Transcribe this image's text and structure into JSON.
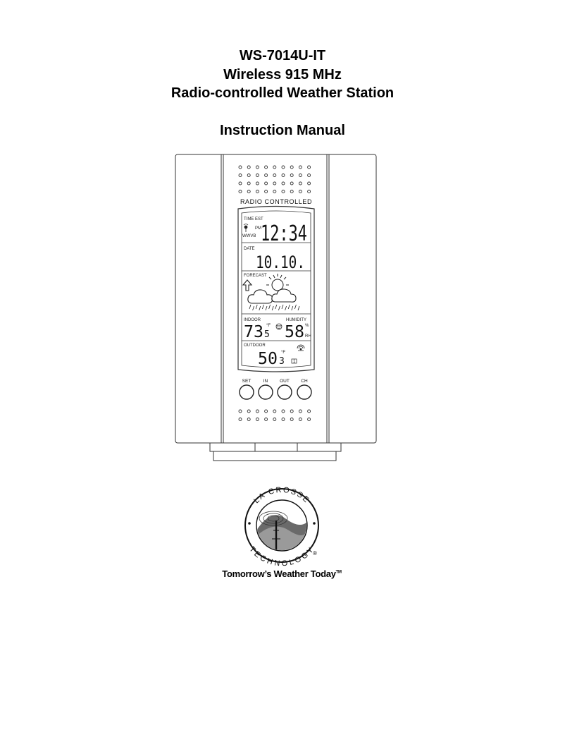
{
  "title": {
    "model": "WS-7014U-IT",
    "line2": "Wireless 915 MHz",
    "line3": "Radio-controlled Weather Station",
    "subtitle": "Instruction Manual"
  },
  "device": {
    "header_text": "RADIO CONTROLLED",
    "time": {
      "label": "TIME",
      "zone": "EST",
      "pm": "PM",
      "wwvb": "WWVB",
      "value": "12:34"
    },
    "date": {
      "label": "DATE",
      "value": "10.10."
    },
    "forecast": {
      "label": "FORECAST"
    },
    "indoor": {
      "label": "INDOOR",
      "temp_main": "73",
      "temp_decimal": "5",
      "temp_unit": "°F",
      "humidity_label": "HUMIDITY",
      "humidity_value": "58",
      "humidity_unit": "%",
      "humidity_suffix": "RH"
    },
    "outdoor": {
      "label": "OUTDOOR",
      "temp_main": "50",
      "temp_decimal": "3",
      "temp_unit": "°F",
      "channel": "1"
    },
    "buttons": [
      "SET",
      "IN",
      "OUT",
      "CH"
    ]
  },
  "logo": {
    "ring_text_top": "LA CROSSE",
    "ring_text_bottom": "TECHNOLOGY",
    "registered": "®"
  },
  "tagline": {
    "text": "Tomorrow’s Weather Today",
    "mark": "TM"
  }
}
